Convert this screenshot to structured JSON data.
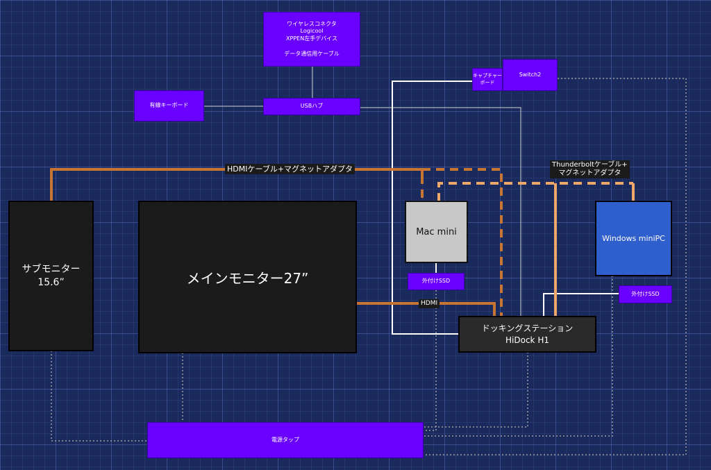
{
  "nodes": {
    "wireless": "ワイヤレスコネクタ\nLogicool\nXPPEN左手デバイス\n\nデータ通信用ケーブル",
    "usb_hub": "USBハブ",
    "wired_keyboard": "有線キーボード",
    "capture_board": "キャプチャー\nボード",
    "switch2": "Switch2",
    "sub_monitor": "サブモニター\n15.6”",
    "main_monitor": "メインモニター27”",
    "mac_mini": "Mac mini",
    "mac_ssd": "外付けSSD",
    "windows_pc": "Windows miniPC",
    "win_ssd": "外付けSSD",
    "dock": "ドッキングステーション\nHiDock H1",
    "power_strip": "電源タップ"
  },
  "labels": {
    "hdmi_magnet": "HDMIケーブル+マグネットアダプタ",
    "thunderbolt": "Thunderboltケーブル+\nマグネットアダプタ",
    "hdmi": "HDMI"
  },
  "colors": {
    "background": "#1b2a5c",
    "device_purple": "#6a00ff",
    "monitor_black": "#1b1b1b",
    "mac_gray": "#c8c8c8",
    "windows_blue": "#2f5fcc",
    "hdmi_cable": "#c87432",
    "thunderbolt_cable": "#f0a868",
    "usb_cable": "#ffffff",
    "power_cable": "#9a9a9a"
  }
}
